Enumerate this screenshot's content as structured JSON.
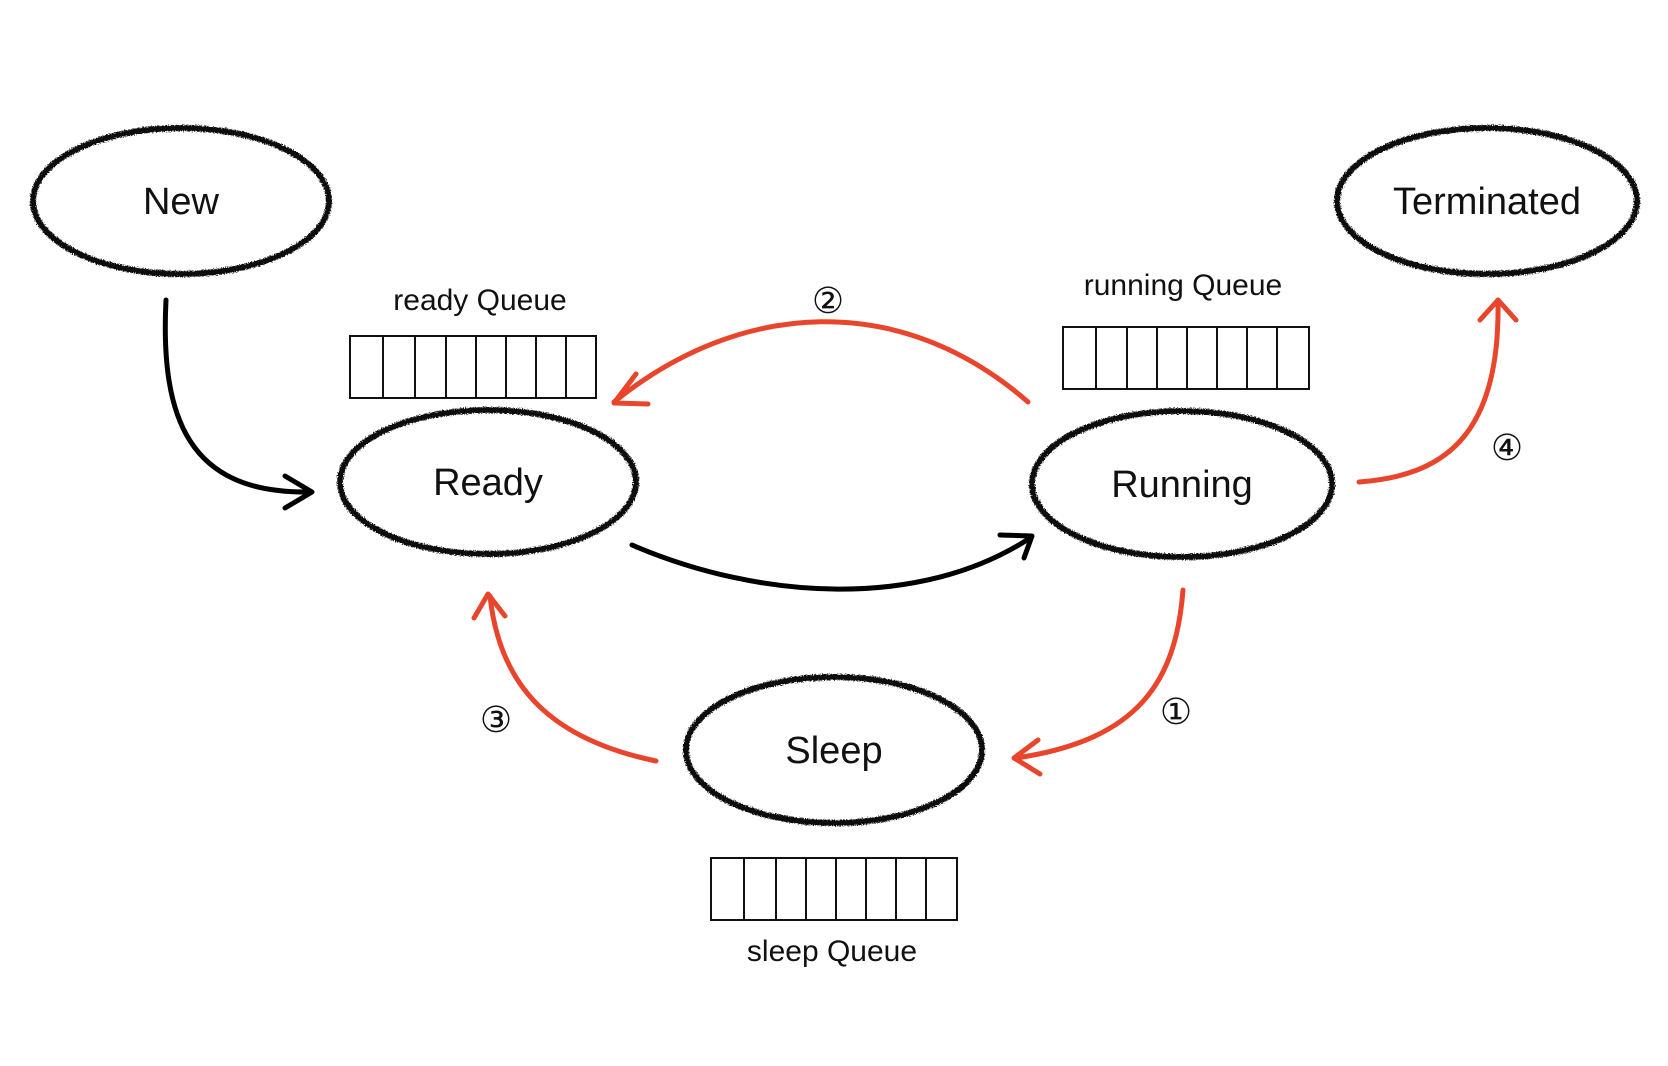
{
  "states": {
    "new": "New",
    "ready": "Ready",
    "running": "Running",
    "terminated": "Terminated",
    "sleep": "Sleep"
  },
  "queues": {
    "ready": {
      "label": "ready Queue",
      "slots": 8
    },
    "running": {
      "label": "running Queue",
      "slots": 8
    },
    "sleep": {
      "label": "sleep Queue",
      "slots": 8
    }
  },
  "steps": {
    "running_to_sleep": "①",
    "running_to_ready": "②",
    "sleep_to_ready": "③",
    "running_to_terminated": "④"
  },
  "colors": {
    "normal_transition": "#000000",
    "highlight_transition": "#e8452c",
    "outline": "#111111"
  }
}
